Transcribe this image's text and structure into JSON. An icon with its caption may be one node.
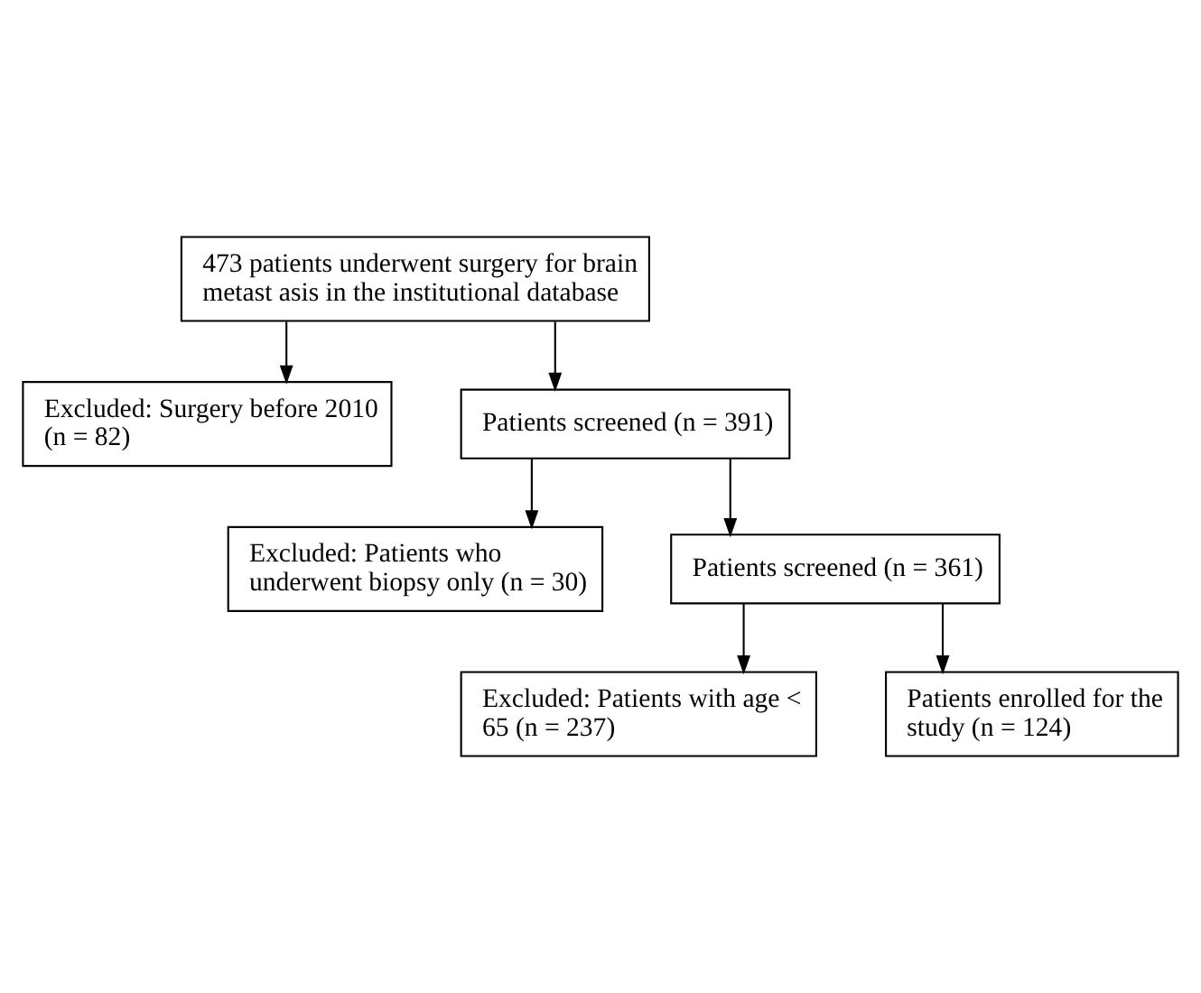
{
  "diagram": {
    "nodes": [
      {
        "text": [
          "473 patients underwent surgery for brain metast asis in the institutional database"
        ]
      },
      {
        "text": [
          "Excluded: Surgery before 2010 (n = 82)"
        ]
      },
      {
        "text": [
          "Patients screened (n = 391)"
        ]
      },
      {
        "text": [
          "Excluded: Patients who underwent biopsy only (n = 30)"
        ]
      },
      {
        "text": [
          "Patients screened (n = 361)"
        ]
      },
      {
        "text": [
          "Excluded: Patients with age < 65 (n = 237)"
        ]
      },
      {
        "text": [
          "Patients enrolled for the study (n = 124)"
        ]
      }
    ],
    "edges": [
      {
        "from": 0,
        "to": 2,
        "arrow": "to"
      },
      {
        "from": 0,
        "to": 1,
        "arrow": "to"
      },
      {
        "from": 2,
        "to": 4,
        "arrow": "to"
      },
      {
        "from": 2,
        "to": 3,
        "arrow": "to"
      },
      {
        "from": 4,
        "to": 6,
        "arrow": "to"
      },
      {
        "from": 4,
        "to": 5,
        "arrow": "to"
      }
    ]
  }
}
